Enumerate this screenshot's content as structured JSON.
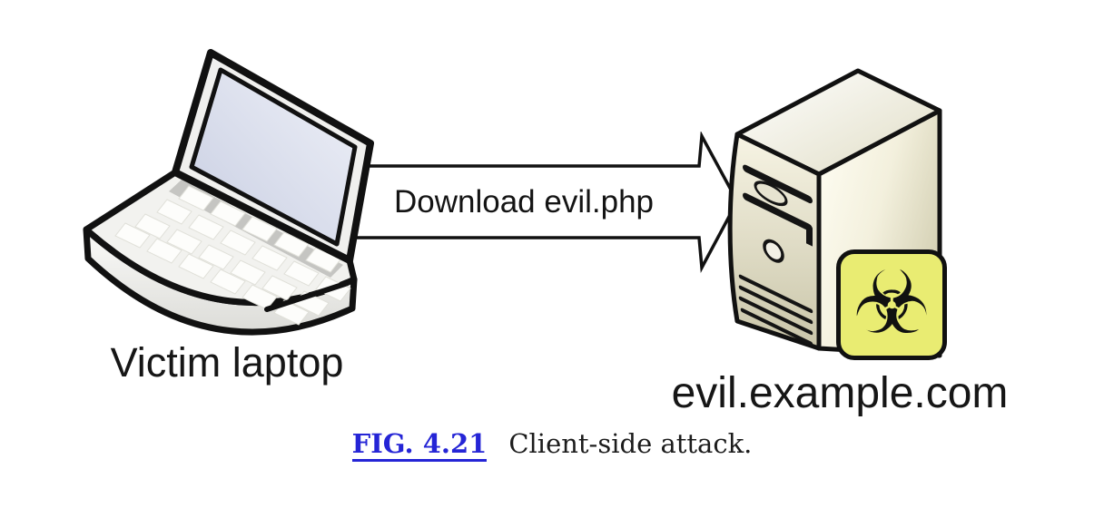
{
  "figure": {
    "laptop": {
      "icon": "laptop-icon",
      "label": "Victim laptop"
    },
    "server": {
      "icon": "server-tower-icon",
      "label": "evil.example.com",
      "badge": {
        "icon": "biohazard-icon",
        "symbol": "☣"
      }
    },
    "arrow": {
      "icon": "block-arrow-right-icon",
      "label": "Download evil.php",
      "direction": "laptop-to-server"
    },
    "caption": {
      "ref": "FIG. 4.21",
      "text": "Client-side attack."
    }
  },
  "colors": {
    "background": "#ffffff",
    "outline": "#111111",
    "link_blue": "#2525d6",
    "badge_yellow": "#e9ec72",
    "laptop_screen_blue": "#d3d8ea",
    "server_cream": "#efecd8",
    "label_text": "#161616"
  }
}
